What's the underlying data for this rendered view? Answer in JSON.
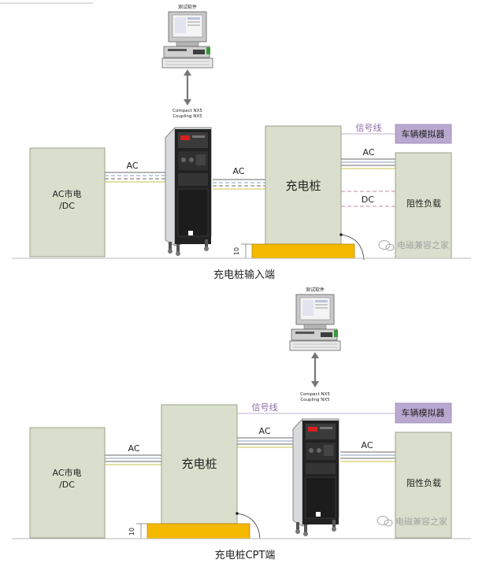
{
  "top": {
    "pc_label": "测试软件",
    "device_label_line1": "Compact NX5",
    "device_label_line2": "Coupling NX5",
    "source_label_line1": "AC市电",
    "source_label_line2": "/DC",
    "ac_label_left": "AC",
    "ac_label_mid": "AC",
    "charger_label": "充电桩",
    "signal_label": "信号线",
    "vehicle_sim_label": "车辆模拟器",
    "ac_label_right": "AC",
    "dc_label": "DC",
    "load_label": "阻性负载",
    "height_label": "10",
    "watermark": "电磁兼容之家",
    "caption": "充电桩输入端"
  },
  "bottom": {
    "pc_label": "测试软件",
    "device_label_line1": "Compact NX5",
    "device_label_line2": "Coupling NX5",
    "source_label_line1": "AC市电",
    "source_label_line2": "/DC",
    "ac_label_left": "AC",
    "charger_label": "充电桩",
    "signal_label": "信号线",
    "vehicle_sim_label": "车辆模拟器",
    "ac_label_mid": "AC",
    "ac_label_right": "AC",
    "load_label": "阻性负载",
    "height_label": "10",
    "watermark": "电磁兼容之家",
    "caption": "充电桩CPT端"
  },
  "colors": {
    "box_fill": "#d9dfcc",
    "box_stroke": "#9aa08a",
    "signal_purple": "#8e6aa8",
    "vehicle_box": "#b9a8cf",
    "platform": "#f5b800",
    "cabinet": "#2a2a2a",
    "cabinet_panel": "#d7dada"
  }
}
